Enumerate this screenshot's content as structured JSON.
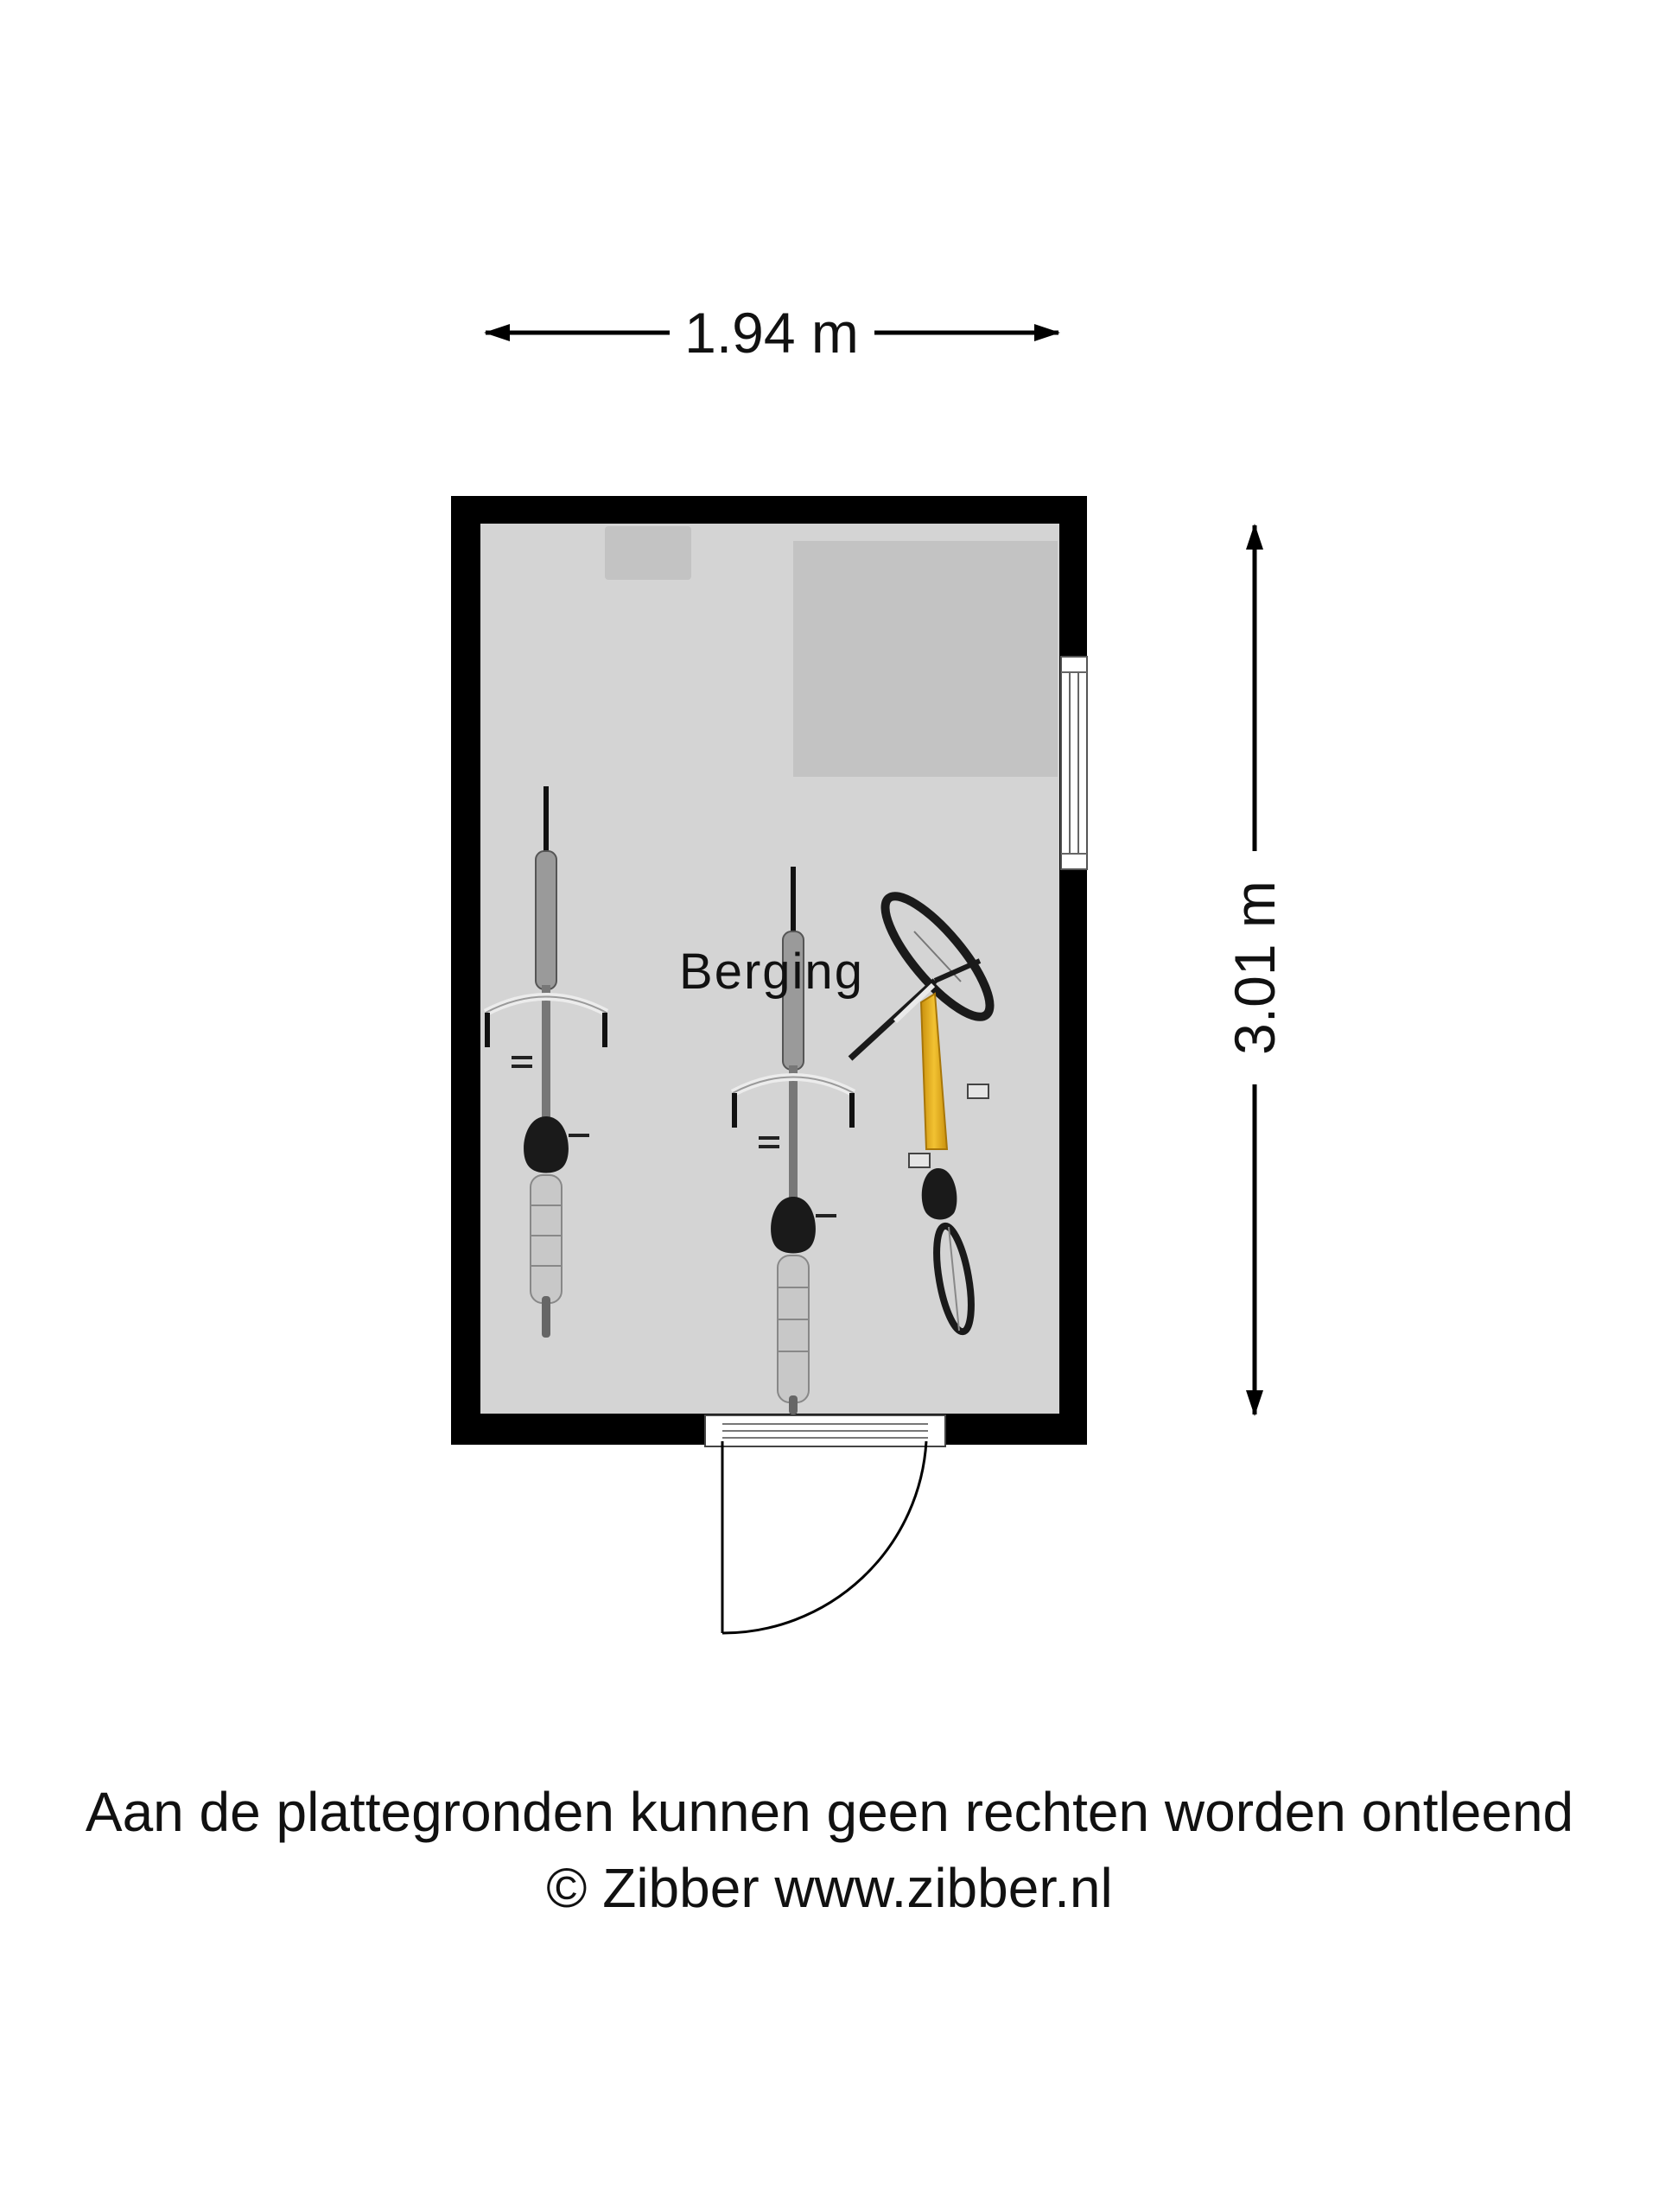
{
  "dimensions": {
    "width_label": "1.94 m",
    "height_label": "3.01 m"
  },
  "room": {
    "label": "Berging"
  },
  "footer": {
    "disclaimer": "Aan de plattegronden kunnen geen rechten worden ontleend",
    "copyright": "© Zibber www.zibber.nl"
  },
  "colors": {
    "wall": "#000000",
    "floor": "#d4d4d4",
    "furniture": "#c3c3c3",
    "bike_accent": "#e9b21a",
    "text": "#111111"
  },
  "icons": [
    "bicycle-icon",
    "door-swing-icon",
    "window-icon",
    "arrow-icon"
  ]
}
